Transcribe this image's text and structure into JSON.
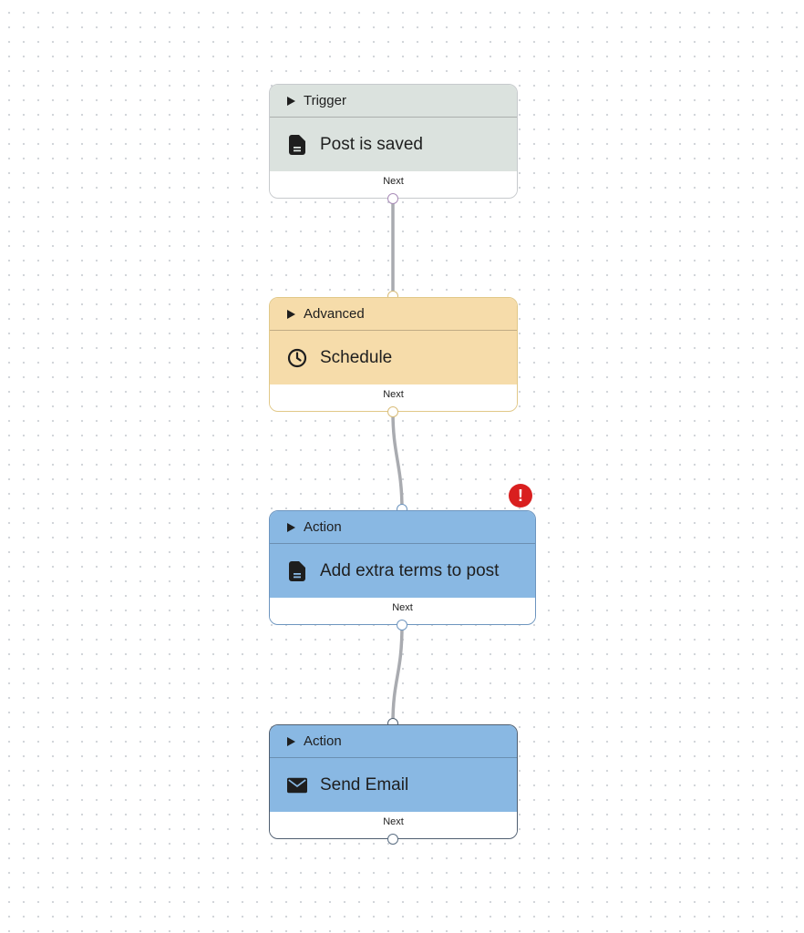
{
  "colors": {
    "trigger_bg": "#dbe2de",
    "advanced_bg": "#f6dcaa",
    "action_bg": "#89b8e3",
    "edge": "#a9abb0",
    "error": "#d91f1f"
  },
  "nodes": [
    {
      "category": "Trigger",
      "title": "Post is saved",
      "icon": "document-icon",
      "footer": "Next"
    },
    {
      "category": "Advanced",
      "title": "Schedule",
      "icon": "clock-icon",
      "footer": "Next"
    },
    {
      "category": "Action",
      "title": "Add extra terms to post",
      "icon": "document-icon",
      "footer": "Next",
      "error": "!"
    },
    {
      "category": "Action",
      "title": "Send Email",
      "icon": "envelope-icon",
      "footer": "Next"
    }
  ]
}
